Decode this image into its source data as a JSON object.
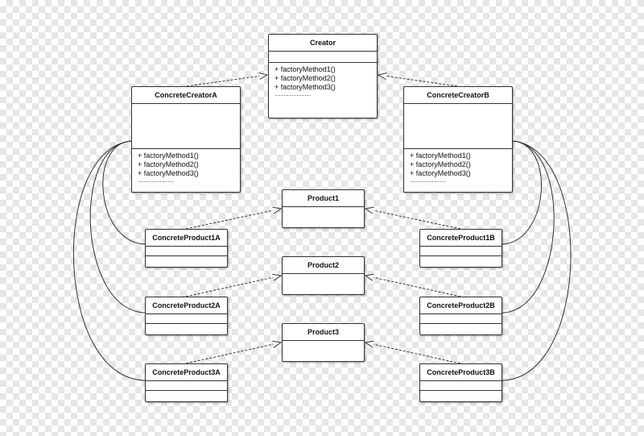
{
  "creator": {
    "name": "Creator",
    "methods": [
      "+ factoryMethod1()",
      "+ factoryMethod2()",
      "+ factoryMethod3()"
    ],
    "ellipsis": "..............................."
  },
  "concrete_creator_a": {
    "name": "ConcreteCreatorA",
    "methods": [
      "+ factoryMethod1()",
      "+ factoryMethod2()",
      "+ factoryMethod3()"
    ],
    "ellipsis": "..............................."
  },
  "concrete_creator_b": {
    "name": "ConcreteCreatorB",
    "methods": [
      "+ factoryMethod1()",
      "+ factoryMethod2()",
      "+ factoryMethod3()"
    ],
    "ellipsis": "..............................."
  },
  "products": [
    "Product1",
    "Product2",
    "Product3"
  ],
  "concrete_products_a": [
    "ConcreteProduct1A",
    "ConcreteProduct2A",
    "ConcreteProduct3A"
  ],
  "concrete_products_b": [
    "ConcreteProduct1B",
    "ConcreteProduct2B",
    "ConcreteProduct3B"
  ],
  "colors": {
    "line": "#333333",
    "box_fill": "#ffffff",
    "checker": "#e6e6e6"
  }
}
